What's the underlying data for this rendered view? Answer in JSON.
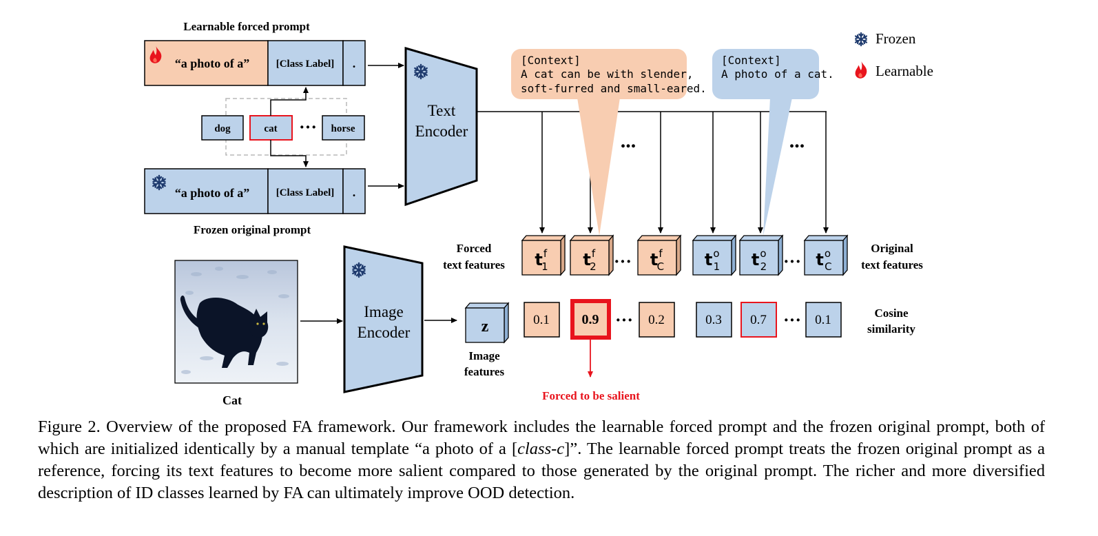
{
  "legend": {
    "frozen": "Frozen",
    "learnable": "Learnable",
    "frozen_icon": "snowflake-icon",
    "learnable_icon": "flame-icon"
  },
  "forced_prompt": {
    "title": "Learnable forced prompt",
    "text": "“a photo of  a”",
    "class_label": "[Class Label]",
    "period": "."
  },
  "original_prompt": {
    "title": "Frozen original prompt",
    "text": "“a photo of  a”",
    "class_label": "[Class Label]",
    "period": "."
  },
  "classes": {
    "dog": "dog",
    "cat": "cat",
    "ellipsis": "···",
    "horse": "horse"
  },
  "text_encoder": {
    "line1": "Text",
    "line2": "Encoder"
  },
  "image_encoder": {
    "line1": "Image",
    "line2": "Encoder"
  },
  "context_forced": {
    "header": "[Context]",
    "line1": "A cat can be with slender,",
    "line2": "soft-furred and small-eared."
  },
  "context_original": {
    "header": "[Context]",
    "line1": "A photo of a cat."
  },
  "ellipsis": "...",
  "forced_features": {
    "label1": "Forced",
    "label2": "text features",
    "items": [
      {
        "base": "t",
        "sup": "f",
        "sub": "1"
      },
      {
        "base": "t",
        "sup": "f",
        "sub": "2"
      },
      {
        "base": "t",
        "sup": "f",
        "sub": "C"
      }
    ]
  },
  "original_features": {
    "label1": "Original",
    "label2": "text features",
    "items": [
      {
        "base": "t",
        "sup": "o",
        "sub": "1"
      },
      {
        "base": "t",
        "sup": "o",
        "sub": "2"
      },
      {
        "base": "t",
        "sup": "o",
        "sub": "C"
      }
    ]
  },
  "image": {
    "label": "Cat"
  },
  "image_features": {
    "symbol": "z",
    "label1": "Image",
    "label2": "features"
  },
  "similarity": {
    "label1": "Cosine",
    "label2": "similarity",
    "forced_values": [
      "0.1",
      "0.9",
      "0.2"
    ],
    "original_values": [
      "0.3",
      "0.7",
      "0.1"
    ]
  },
  "salient_label": "Forced to be salient",
  "caption": {
    "part1": "Figure 2. Overview of the proposed FA framework. Our framework includes the learnable forced prompt and the frozen original prompt, both of which are initialized identically by a manual template “a photo of a [",
    "italic": "class-c",
    "part2": "]”.  The learnable forced prompt treats the frozen original prompt as a reference, forcing its text features to become more salient compared to those generated by the original prompt. The richer and more diversified description of ID classes learned by FA can ultimately improve OOD detection."
  },
  "colors": {
    "peach": "#f8cdb1",
    "blue": "#bcd2ea",
    "red": "#e8141d",
    "navy": "#1f3b6e"
  }
}
